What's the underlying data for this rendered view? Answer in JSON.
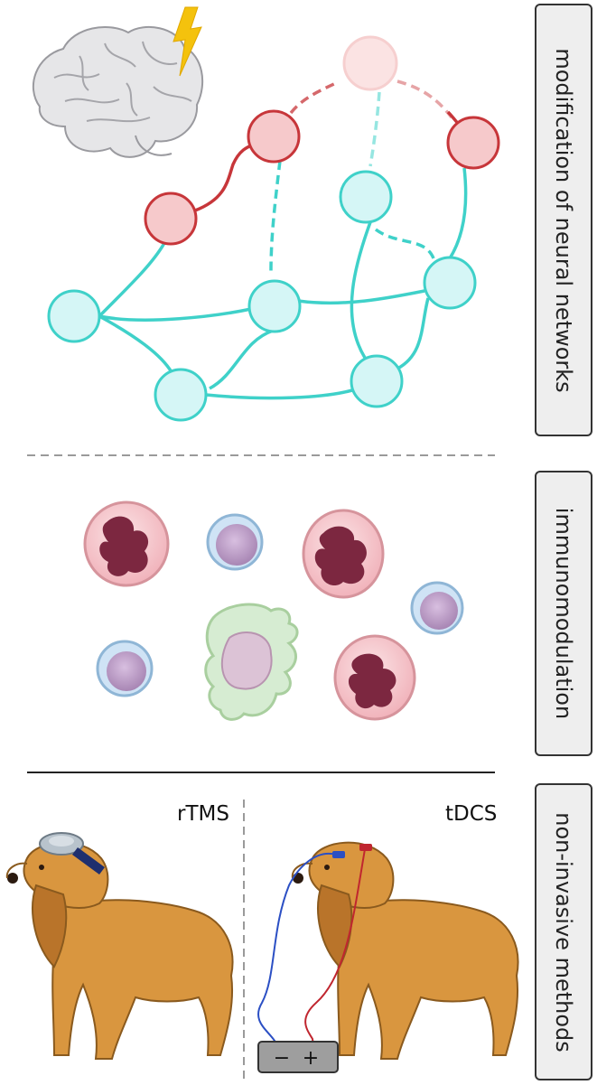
{
  "sections": {
    "networks_label": "modification of neural networks",
    "immuno_label": "immunomodulation",
    "methods_label": "non-invasive methods"
  },
  "methods": {
    "rtms_label": "rTMS",
    "tdcs_label": "tDCS",
    "battery_minus": "−",
    "battery_plus": "+"
  },
  "colors": {
    "excitatory_node": "#c7363a",
    "network_node": "#3fd1c9",
    "lightning": "#f4c20d",
    "dog_fur": "#d9963f"
  }
}
